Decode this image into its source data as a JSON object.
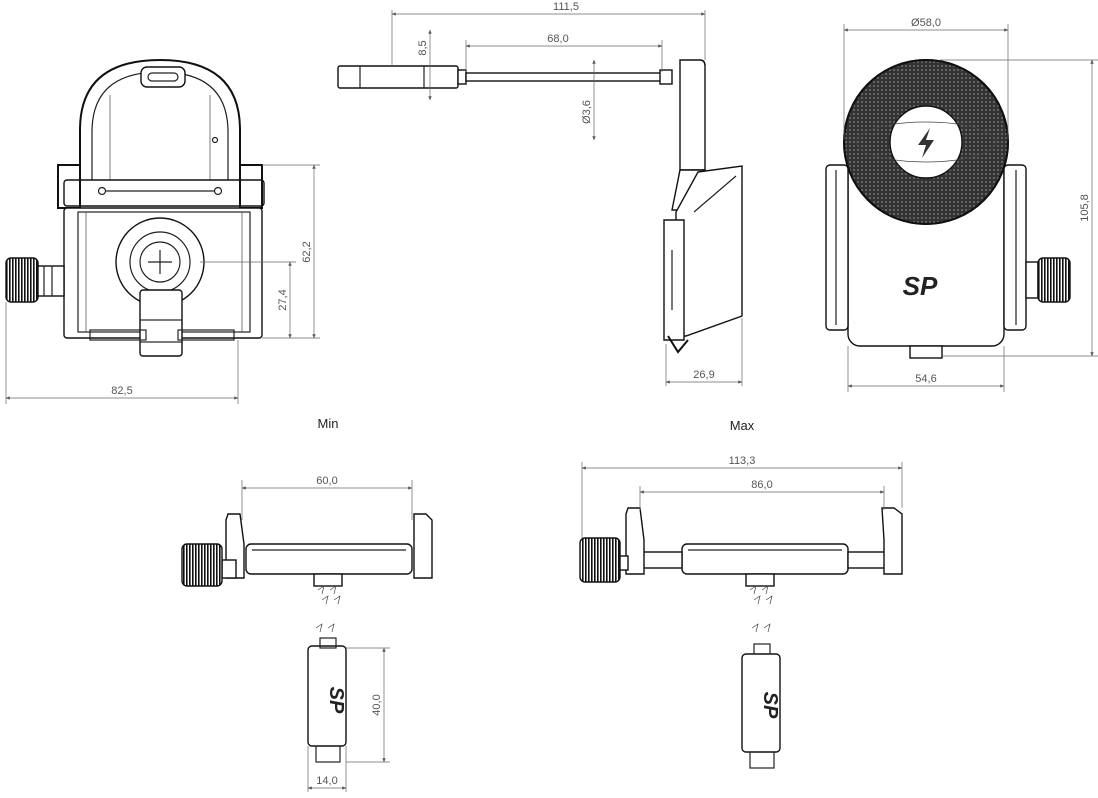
{
  "dimensions": {
    "front_width": "82,5",
    "front_height": "62,2",
    "front_center": "27,4",
    "side_total": "111,5",
    "side_arm": "68,0",
    "side_tube": "8,5",
    "side_dia": "Ø3,6",
    "side_depth": "26,9",
    "back_dia": "Ø58,0",
    "back_height": "105,8",
    "back_width": "54,6",
    "min_width": "60,0",
    "max_outer": "113,3",
    "max_inner": "86,0",
    "clip_height": "40,0",
    "clip_width": "14,0"
  },
  "labels": {
    "min": "Min",
    "max": "Max"
  },
  "logo_text": "SP"
}
